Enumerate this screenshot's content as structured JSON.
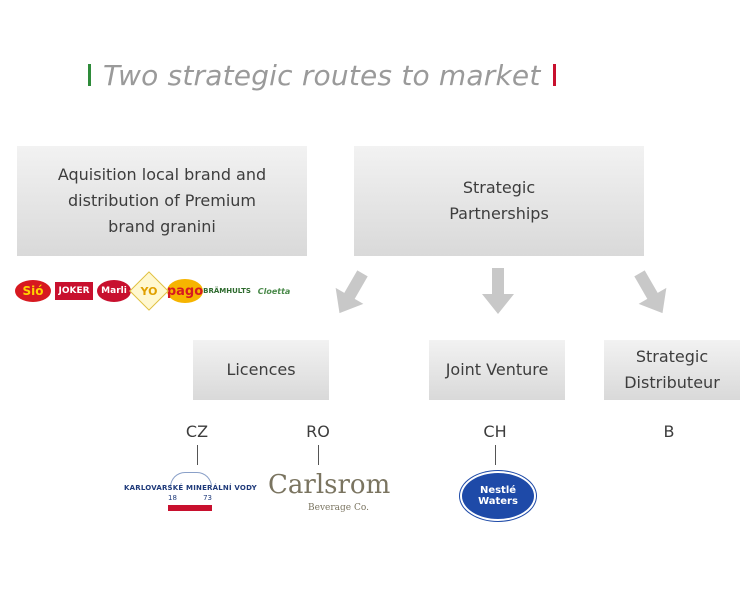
{
  "title": "Two strategic routes to market",
  "colors": {
    "flag_green": "#2e8b3a",
    "flag_red": "#c8102e",
    "box_top": "#f2f2f2",
    "box_bottom": "#d9d9d9",
    "arrow": "#c8c8c8"
  },
  "boxes": {
    "acquisition": "Aquisition local brand and\ndistribution of Premium\nbrand granini",
    "strategic_partnerships": "Strategic\nPartnerships",
    "licences": "Licences",
    "joint_venture": "Joint Venture",
    "strategic_distributeur": "Strategic\nDistributeur"
  },
  "brand_logos": [
    "Sió",
    "JOKER",
    "Marli",
    "YO",
    "pago",
    "BRÄMHULTS",
    "Cloetta"
  ],
  "country_codes": {
    "cz": "CZ",
    "ro": "RO",
    "ch": "CH",
    "b": "B"
  },
  "partner_logos": {
    "karlovarske": "KARLOVARSKÉ MINERÁLNÍ VODY",
    "karlovarske_year_left": "18",
    "karlovarske_year_right": "73",
    "carlsrom": "Carlsrom",
    "carlsrom_sub": "Beverage Co.",
    "nestle_line1": "Nestlé",
    "nestle_line2": "Waters"
  }
}
